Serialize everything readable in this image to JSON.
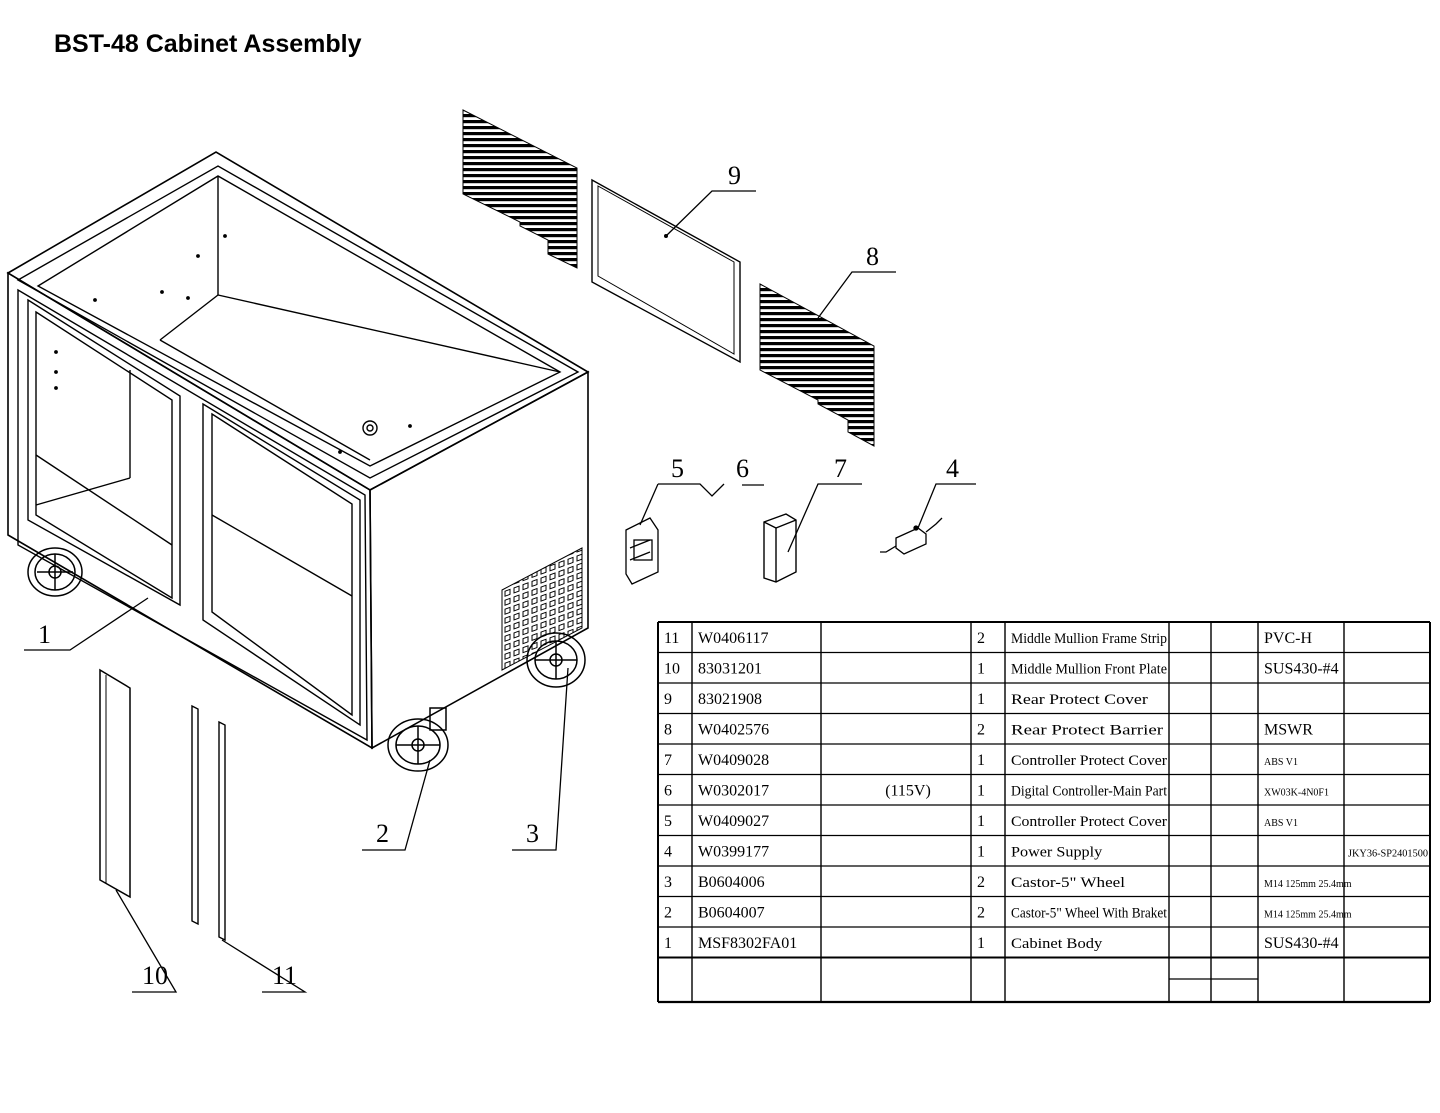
{
  "title": "BST-48 Cabinet Assembly",
  "callouts": [
    "1",
    "2",
    "3",
    "4",
    "5",
    "6",
    "7",
    "8",
    "9",
    "10",
    "11"
  ],
  "parts_table": {
    "rows": [
      {
        "no": "11",
        "code": "W0406117",
        "spec": "",
        "qty": "2",
        "name": "Middle Mullion Frame Strip",
        "material": "PVC-H",
        "extra": ""
      },
      {
        "no": "10",
        "code": "83031201",
        "spec": "",
        "qty": "1",
        "name": "Middle Mullion Front Plate",
        "material": "SUS430-#4",
        "extra": ""
      },
      {
        "no": "9",
        "code": "83021908",
        "spec": "",
        "qty": "1",
        "name": "Rear Protect Cover",
        "material": "",
        "extra": ""
      },
      {
        "no": "8",
        "code": "W0402576",
        "spec": "",
        "qty": "2",
        "name": "Rear Protect Barrier",
        "material": "MSWR",
        "extra": ""
      },
      {
        "no": "7",
        "code": "W0409028",
        "spec": "",
        "qty": "1",
        "name": "Controller Protect Cover",
        "material": "ABS      V1",
        "extra": ""
      },
      {
        "no": "6",
        "code": "W0302017",
        "spec": "(115V)",
        "qty": "1",
        "name": "Digital Controller-Main Part",
        "material": "XW03K-4N0F1",
        "extra": ""
      },
      {
        "no": "5",
        "code": "W0409027",
        "spec": "",
        "qty": "1",
        "name": "Controller Protect Cover",
        "material": "ABS      V1",
        "extra": ""
      },
      {
        "no": "4",
        "code": "W0399177",
        "spec": "",
        "qty": "1",
        "name": "Power Supply",
        "material": "",
        "extra": "JKY36-SP2401500"
      },
      {
        "no": "3",
        "code": "B0604006",
        "spec": "",
        "qty": "2",
        "name": "Castor-5\" Wheel",
        "material": "M14  125mm   25.4mm",
        "extra": ""
      },
      {
        "no": "2",
        "code": "B0604007",
        "spec": "",
        "qty": "2",
        "name": "Castor-5\" Wheel With Braket",
        "material": "M14  125mm   25.4mm",
        "extra": ""
      },
      {
        "no": "1",
        "code": "MSF8302FA01",
        "spec": "",
        "qty": "1",
        "name": "Cabinet Body",
        "material": "SUS430-#4",
        "extra": ""
      }
    ]
  }
}
